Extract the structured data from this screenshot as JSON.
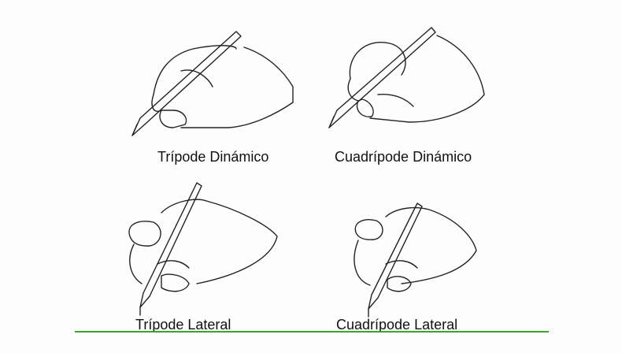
{
  "grips": [
    {
      "label": "Trípode Dinámico"
    },
    {
      "label": "Cuadrípode Dinámico"
    },
    {
      "label": "Trípode Lateral"
    },
    {
      "label": "Cuadrípode Lateral"
    }
  ],
  "colors": {
    "baseline": "#3aa52a",
    "ink": "#222222"
  }
}
